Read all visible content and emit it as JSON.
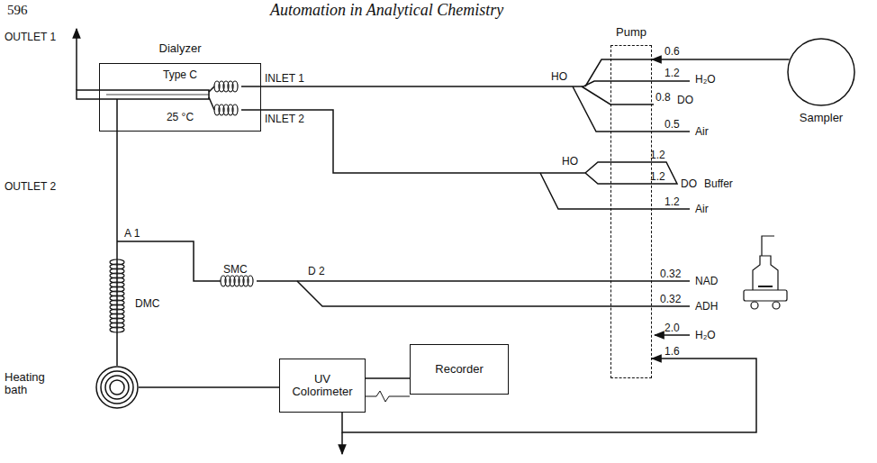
{
  "diagram": {
    "nodes": [
      {
        "text": [
          "Dialyzer",
          "Type C",
          "25 °C"
        ]
      },
      {
        "text": [
          "Pump"
        ]
      },
      {
        "text": [
          "Sampler"
        ]
      },
      {
        "text": [
          "Heating bath"
        ]
      },
      {
        "text": [
          "UV Colorimeter"
        ]
      },
      {
        "text": [
          "Recorder"
        ]
      }
    ],
    "edges": [
      {
        "from": 1,
        "to": 0,
        "arrow": "none"
      },
      {
        "from": 1,
        "to": 0,
        "arrow": "none"
      },
      {
        "from": 0,
        "to": 3,
        "arrow": "none"
      },
      {
        "from": 3,
        "to": 4,
        "arrow": "none"
      },
      {
        "from": 4,
        "to": 5,
        "arrow": "none"
      },
      {
        "from": 4,
        "to": 1,
        "arrow": "to"
      },
      {
        "from": 2,
        "to": 1,
        "arrow": "to"
      }
    ],
    "labels": [
      "596",
      "Automation in Analytical Chemistry",
      "OUTLET 1",
      "INLET 1",
      "INLET 2",
      "0.6",
      "1.2",
      "H₂O",
      "HO",
      "0.8",
      "DO",
      "0.5",
      "Air",
      "1.2",
      "HO",
      "1.2",
      "DO",
      "Buffer",
      "1.2",
      "Air",
      "OUTLET 2",
      "A 1",
      "SMC",
      "D 2",
      "0.32",
      "NAD",
      "0.32",
      "ADH",
      "DMC",
      "2.0",
      "H₂O",
      "1.6"
    ]
  }
}
